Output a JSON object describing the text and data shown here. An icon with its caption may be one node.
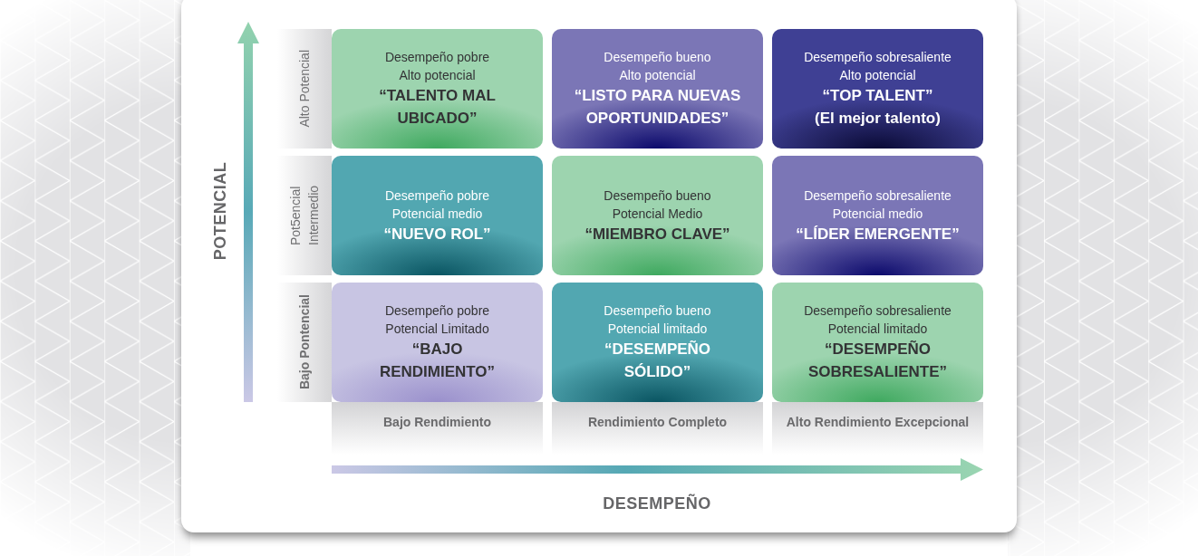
{
  "diagram": {
    "nodes": [
      {
        "text": [
          "Alto Potencial"
        ]
      },
      {
        "text": [
          "Desempeño pobre",
          "Alto potencial",
          "“TALENTO MAL UBICADO”"
        ]
      },
      {
        "text": [
          "Desempeño bueno",
          "Alto potencial",
          "“LISTO PARA NUEVAS OPORTUNIDADES”"
        ]
      },
      {
        "text": [
          "Desempeño sobresaliente",
          "Alto potencial",
          "“TOP TALENT”",
          "(El mejor talento)"
        ]
      },
      {
        "text": [
          "Pot5encial Intermedio"
        ]
      },
      {
        "text": [
          "Desempeño pobre",
          "Potencial medio",
          "“NUEVO ROL”"
        ]
      },
      {
        "text": [
          "Desempeño bueno",
          "Potencial Medio",
          "“MIEMBRO CLAVE”"
        ]
      },
      {
        "text": [
          "Desempeño sobresaliente",
          "Potencial medio",
          "“LÍDER EMERGENTE”"
        ]
      },
      {
        "text": [
          "Bajo Pontencial"
        ]
      },
      {
        "text": [
          "Desempeño pobre",
          "Potencial Limitado",
          "“BAJO RENDIMIENTO”"
        ]
      },
      {
        "text": [
          "Desempeño bueno",
          "Potencial limitado",
          "“DESEMPEÑO SÓLIDO”"
        ]
      },
      {
        "text": [
          "Desempeño sobresaliente",
          "Potencial limitado",
          "“DESEMPEÑO SOBRESALIENTE”"
        ]
      },
      {
        "text": [
          "Bajo Rendimiento"
        ]
      },
      {
        "text": [
          "Rendimiento Completo"
        ]
      },
      {
        "text": [
          "Alto Rendimiento Excepcional"
        ]
      }
    ],
    "labels": [
      "POTENCIAL",
      "DESEMPEÑO"
    ]
  }
}
